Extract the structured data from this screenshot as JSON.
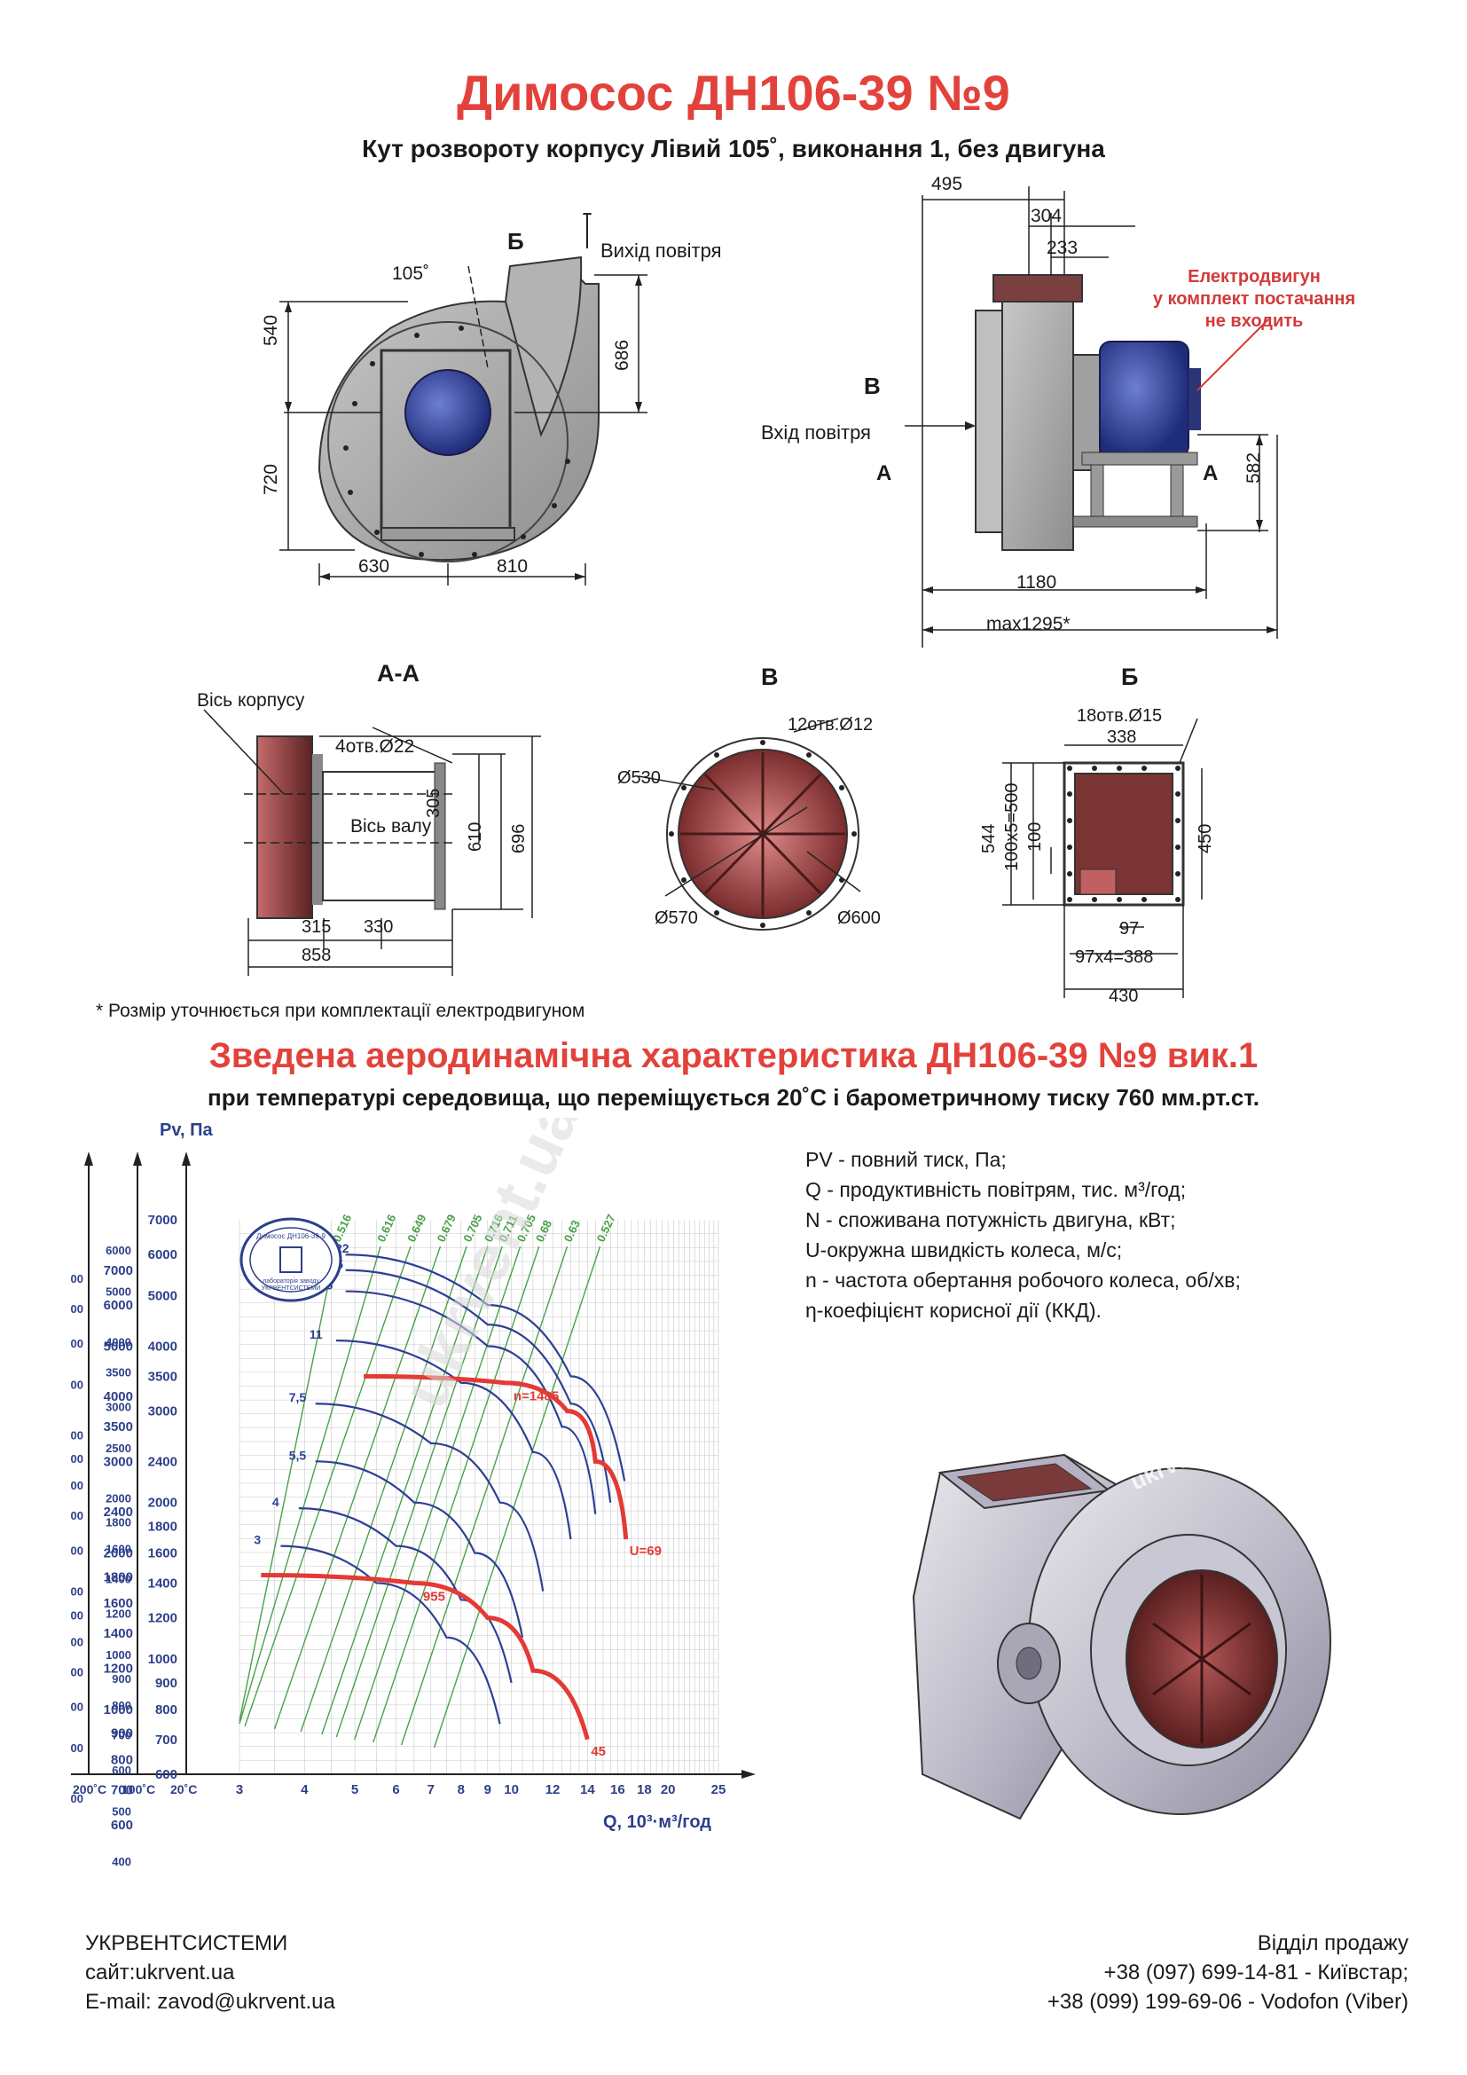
{
  "header": {
    "title": "Димосос  ДН106-39 №9",
    "subtitle": "Кут розвороту корпусу Лівий 105˚, виконання 1, без двигуна"
  },
  "front_view": {
    "label_b": "Б",
    "outlet_label": "Вихід повітря",
    "angle_label": "105˚",
    "dims": {
      "h_top": "540",
      "h_bottom": "720",
      "h_outlet": "686",
      "w_left": "630",
      "w_right": "810"
    }
  },
  "side_view": {
    "label_v": "В",
    "inlet_label": "Вхід повітря",
    "label_a": "А",
    "motor_note": [
      "Електродвигун",
      "у комплект постачання",
      "не входить"
    ],
    "dims": {
      "d495": "495",
      "d304": "304",
      "d233": "233",
      "h582": "582",
      "w1180": "1180",
      "wmax": "max1295*"
    }
  },
  "section_aa": {
    "title": "А-А",
    "axis_body": "Вісь корпусу",
    "axis_shaft": "Вісь валу",
    "holes": "4отв.Ø22",
    "dims": {
      "d305": "305",
      "d610": "610",
      "d696": "696",
      "d315": "315",
      "d330": "330",
      "d858": "858"
    }
  },
  "section_v": {
    "title": "В",
    "holes": "12отв.Ø12",
    "d530": "Ø530",
    "d570": "Ø570",
    "d600": "Ø600"
  },
  "section_b": {
    "title": "Б",
    "holes": "18отв.Ø15",
    "dims": {
      "d338": "338",
      "d544": "544",
      "d100x5": "100x5=500",
      "d100": "100",
      "d450": "450",
      "d97": "97",
      "d97x4": "97x4=388",
      "d430": "430"
    }
  },
  "footnote": "* Розмір уточнюється при комплектації електродвигуном",
  "chart_section": {
    "title": "Зведена аеродинамічна характеристика ДН106-39 №9 вик.1",
    "subtitle": "при температурі середовища, що переміщується 20˚С і барометричному тиску 760 мм.рт.ст."
  },
  "legend": [
    "PV - повний тиск, Па;",
    "Q - продуктивність повітрям, тис. м³/год;",
    "N - споживана потужність двигуна, кВт;",
    "U-окружна швидкість колеса, м/с;",
    "n - частота обертання робочого колеса, об/хв;",
    "η-коефіцієнт корисної дії (ККД)."
  ],
  "stamp": {
    "top": "Димосос ДН106-39-9",
    "bottom1": "лабораторія заводу",
    "bottom2": "УКРВЕНТСИСТЕМИ"
  },
  "watermark": "ukrvent.ua",
  "chart_data": {
    "type": "line",
    "x_scale": "log",
    "xlabel": "Q, 10³·м³/год",
    "ylabel": "Pv, Па",
    "x_ticks": [
      "3",
      "4",
      "5",
      "6",
      "7",
      "8",
      "9",
      "10",
      "12",
      "14",
      "16",
      "18",
      "20",
      "25"
    ],
    "temp_labels": [
      "200˚С",
      "100˚С",
      "20˚С"
    ],
    "axis_200": [
      "6000",
      "5000",
      "4000",
      "3500",
      "3000",
      "2500",
      "2000",
      "1800",
      "1600",
      "1400",
      "1200",
      "1000",
      "900",
      "800",
      "700",
      "600",
      "500",
      "400"
    ],
    "axis_200_sub": [
      "4000",
      "3500",
      "3000",
      "2500",
      "2000",
      "1800",
      "1600",
      "1400",
      "1200",
      "1000",
      "900",
      "800",
      "700",
      "600",
      "500",
      "400"
    ],
    "axis_100": [
      "7000",
      "6000",
      "5000",
      "4000",
      "3500",
      "3000",
      "2400",
      "2000",
      "1800",
      "1600",
      "1400",
      "1200",
      "1000",
      "900",
      "800",
      "700",
      "600"
    ],
    "axis_20": [
      "7000",
      "6000",
      "5000",
      "4000",
      "3500",
      "3000",
      "2400",
      "2000",
      "1800",
      "1600",
      "1400",
      "1200",
      "1000",
      "900",
      "800",
      "700",
      "600"
    ],
    "power_series": [
      {
        "name": "N=22",
        "points": [
          [
            4.8,
            6000
          ],
          [
            9,
            4800
          ],
          [
            13,
            3500
          ],
          [
            16.5,
            2200
          ]
        ]
      },
      {
        "name": "18,5",
        "points": [
          [
            4.8,
            5600
          ],
          [
            9,
            4400
          ],
          [
            13,
            3100
          ],
          [
            15.5,
            2000
          ]
        ]
      },
      {
        "name": "15",
        "points": [
          [
            4.8,
            5100
          ],
          [
            9,
            4000
          ],
          [
            12.5,
            2800
          ],
          [
            14.5,
            1900
          ]
        ]
      },
      {
        "name": "11",
        "points": [
          [
            4.6,
            4100
          ],
          [
            8,
            3400
          ],
          [
            11,
            2500
          ],
          [
            13,
            1700
          ]
        ]
      },
      {
        "name": "7,5",
        "points": [
          [
            4.2,
            3100
          ],
          [
            7,
            2600
          ],
          [
            9.5,
            2000
          ],
          [
            11.5,
            1350
          ]
        ]
      },
      {
        "name": "5,5",
        "points": [
          [
            4.2,
            2400
          ],
          [
            6.5,
            2000
          ],
          [
            8.5,
            1600
          ],
          [
            10.5,
            1100
          ]
        ]
      },
      {
        "name": "4",
        "points": [
          [
            3.9,
            1950
          ],
          [
            6,
            1650
          ],
          [
            8,
            1300
          ],
          [
            10,
            900
          ]
        ]
      },
      {
        "name": "3",
        "points": [
          [
            3.6,
            1650
          ],
          [
            5.5,
            1400
          ],
          [
            7.5,
            1100
          ],
          [
            9.5,
            750
          ]
        ]
      }
    ],
    "speed_series": [
      {
        "name": "n=1485",
        "points": [
          [
            5.2,
            3500
          ],
          [
            9.7,
            3400
          ],
          [
            12.8,
            3000
          ],
          [
            14.5,
            2400
          ],
          [
            16.6,
            1700
          ]
        ],
        "end_label": "U=69"
      },
      {
        "name": "955",
        "points": [
          [
            3.3,
            1450
          ],
          [
            6.5,
            1400
          ],
          [
            9,
            1200
          ],
          [
            11,
            950
          ],
          [
            14,
            700
          ]
        ],
        "end_label": "45"
      }
    ],
    "efficiency_labels": [
      "0.516",
      "0.616",
      "0.649",
      "0.679",
      "0.705",
      "0.716",
      "0.711",
      "0.705",
      "0.68",
      "0.63",
      "0.527"
    ]
  },
  "footer": {
    "company": "УКРВЕНТСИСТЕМИ",
    "site": "сайт:ukrvent.ua",
    "email": "E-mail: zavod@ukrvent.ua",
    "sales_title": "Відділ продажу",
    "phone1": "+38 (097) 699-14-81 - Київстар;",
    "phone2": "+38 (099) 199-69-06 - Vodofon (Viber)"
  },
  "colors": {
    "title_red": "#e2423b",
    "axis_blue": "#2d3f8a",
    "curve_blue": "#2e3f94",
    "eff_green": "#4aa14a",
    "speed_red": "#e43a35"
  }
}
